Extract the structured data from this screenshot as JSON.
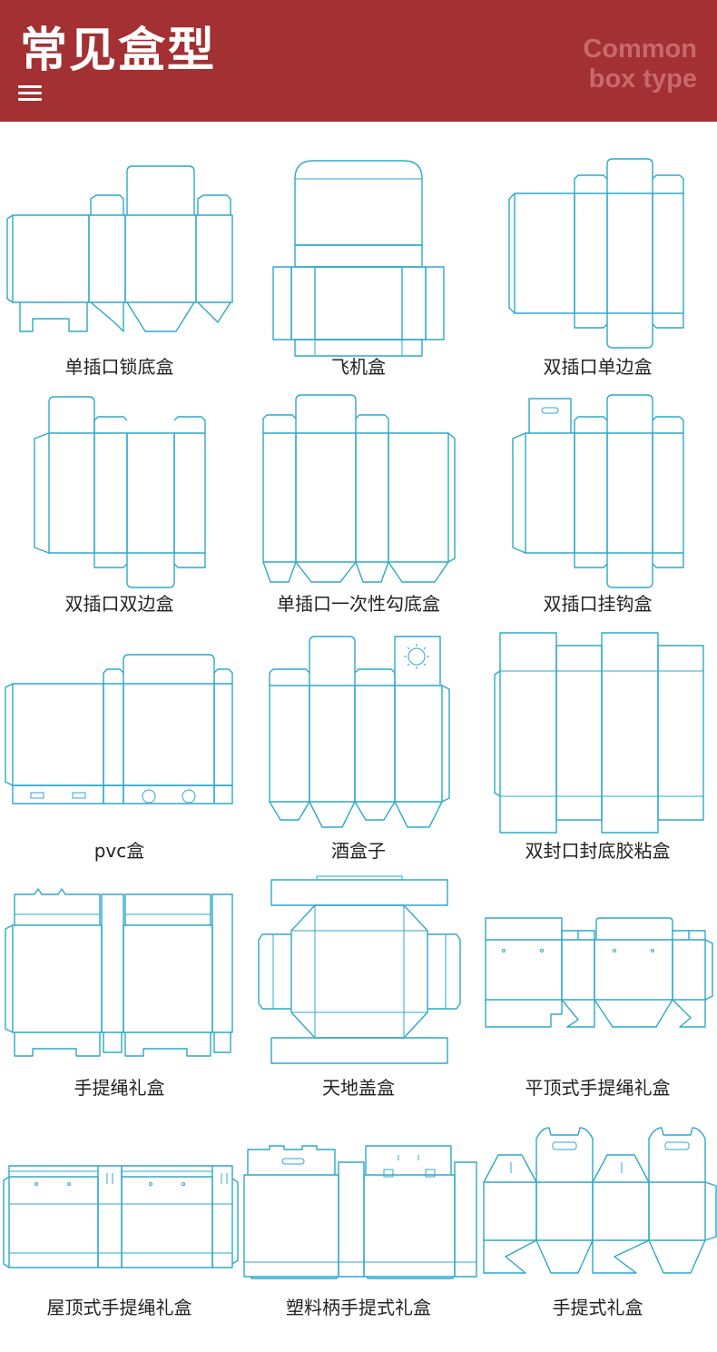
{
  "header": {
    "title": "常见盒型",
    "subtitle_line1": "Common",
    "subtitle_line2": "box type"
  },
  "colors": {
    "header_bg": "#a33032",
    "line": "#2ea8c8",
    "label": "#222222"
  },
  "boxes": [
    {
      "label": "单插口锁底盒"
    },
    {
      "label": "飞机盒"
    },
    {
      "label": "双插口单边盒"
    },
    {
      "label": "双插口双边盒"
    },
    {
      "label": "单插口一次性勾底盒"
    },
    {
      "label": "双插口挂钩盒"
    },
    {
      "label": "pvc盒"
    },
    {
      "label": "酒盒子"
    },
    {
      "label": "双封口封底胶粘盒"
    },
    {
      "label": "手提绳礼盒"
    },
    {
      "label": "天地盖盒"
    },
    {
      "label": "平顶式手提绳礼盒"
    },
    {
      "label": "屋顶式手提绳礼盒"
    },
    {
      "label": "塑料柄手提式礼盒"
    },
    {
      "label": "手提式礼盒"
    }
  ]
}
